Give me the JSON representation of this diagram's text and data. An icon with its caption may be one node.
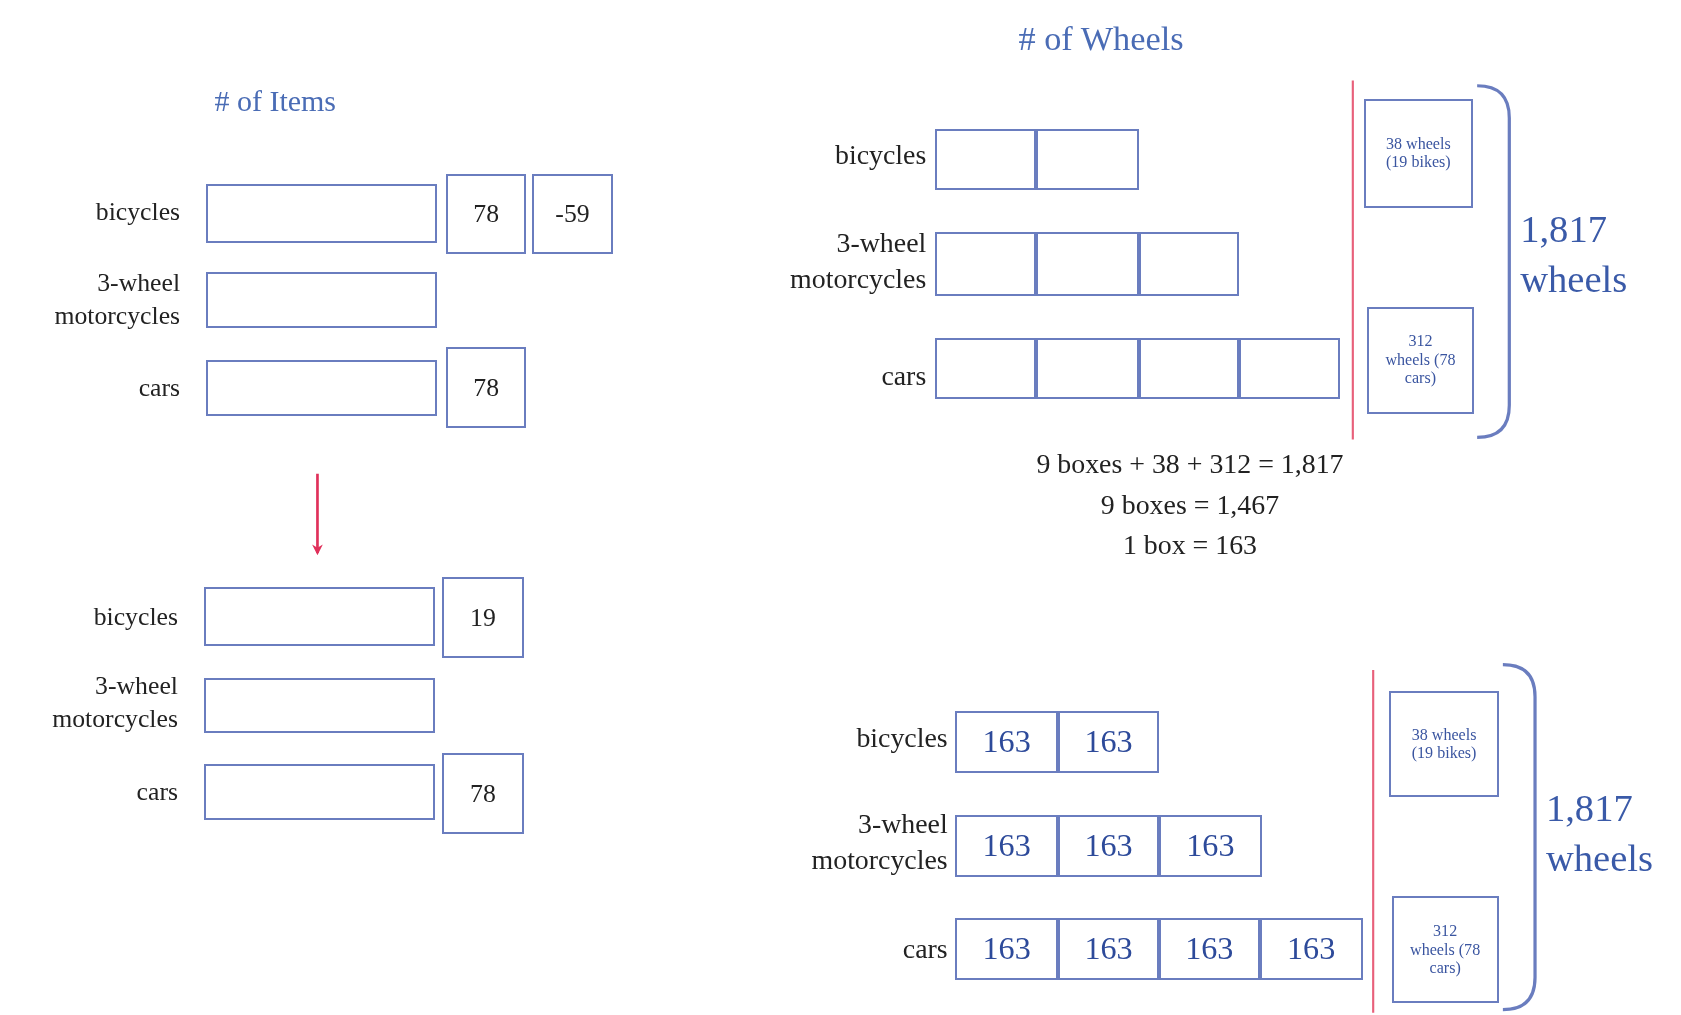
{
  "diagram": {
    "nodes": [
      {
        "text": [],
        "shape": "box"
      },
      {
        "text": [
          "78"
        ]
      },
      {
        "text": [
          "-59"
        ]
      },
      {
        "text": [],
        "shape": "box"
      },
      {
        "text": [],
        "shape": "box"
      },
      {
        "text": [
          "78"
        ]
      },
      {
        "text": [],
        "shape": "box"
      },
      {
        "text": [
          "19"
        ]
      },
      {
        "text": [],
        "shape": "box"
      },
      {
        "text": [],
        "shape": "box"
      },
      {
        "text": [
          "78"
        ]
      },
      {
        "text": [],
        "shape": "box"
      },
      {
        "text": [],
        "shape": "box"
      },
      {
        "text": [
          "38 wheels (19 bikes)"
        ]
      },
      {
        "text": [],
        "shape": "box"
      },
      {
        "text": [],
        "shape": "box"
      },
      {
        "text": [],
        "shape": "box"
      },
      {
        "text": [],
        "shape": "box"
      },
      {
        "text": [],
        "shape": "box"
      },
      {
        "text": [],
        "shape": "box"
      },
      {
        "text": [],
        "shape": "box"
      },
      {
        "text": [
          "312 wheels (78 cars)"
        ]
      },
      {
        "text": [
          "163"
        ]
      },
      {
        "text": [
          "163"
        ]
      },
      {
        "text": [
          "38 wheels (19 bikes)"
        ]
      },
      {
        "text": [
          "163"
        ]
      },
      {
        "text": [
          "163"
        ]
      },
      {
        "text": [
          "163"
        ]
      },
      {
        "text": [
          "163"
        ]
      },
      {
        "text": [
          "163"
        ]
      },
      {
        "text": [
          "163"
        ]
      },
      {
        "text": [
          "163"
        ]
      },
      {
        "text": [
          "312 wheels (78 cars)"
        ]
      }
    ],
    "edges": [],
    "labels": [
      "# of Items",
      "bicycles",
      "3-wheel motorcycles",
      "cars",
      "bicycles",
      "3-wheel motorcycles",
      "cars",
      "# of Wheels",
      "bicycles",
      "3-wheel motorcycles",
      "cars",
      "1,817 wheels",
      "9 boxes + 38 + 312 = 1,817",
      "9 boxes = 1,467",
      "1 box = 163",
      "bicycles",
      "3-wheel motorcycles",
      "cars",
      "1,817 wheels"
    ]
  }
}
